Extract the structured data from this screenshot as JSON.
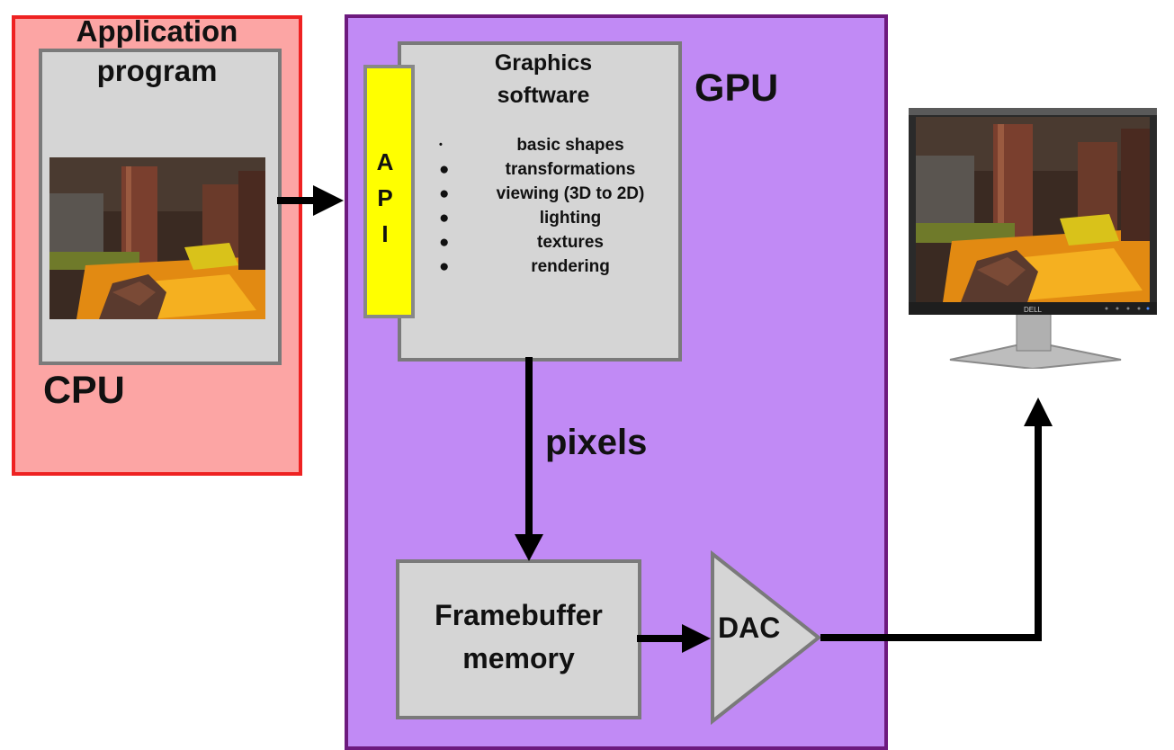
{
  "cpu": {
    "app_title_line1": "Application",
    "app_title_line2": "program",
    "label": "CPU",
    "image_icon": "game-screenshot-image"
  },
  "gpu": {
    "label": "GPU",
    "graphics_title_line1": "Graphics",
    "graphics_title_line2": "software",
    "features": [
      "basic shapes",
      "transformations",
      "viewing (3D to 2D)",
      "lighting",
      "textures",
      "rendering"
    ],
    "api_letters": [
      "A",
      "P",
      "I"
    ],
    "pixels_label": "pixels",
    "framebuffer_line1": "Framebuffer",
    "framebuffer_line2": "memory",
    "dac_label": "DAC"
  },
  "monitor": {
    "brand": "DELL",
    "icon": "monitor-icon"
  },
  "colors": {
    "cpu_fill": "#fca5a4",
    "cpu_border": "#ee2222",
    "gpu_fill": "#c18af5",
    "gpu_border": "#6d1a7e",
    "panel_fill": "#d5d5d5",
    "panel_border": "#7a7a7a",
    "api_fill": "#ffff00",
    "arrow": "#000000"
  }
}
